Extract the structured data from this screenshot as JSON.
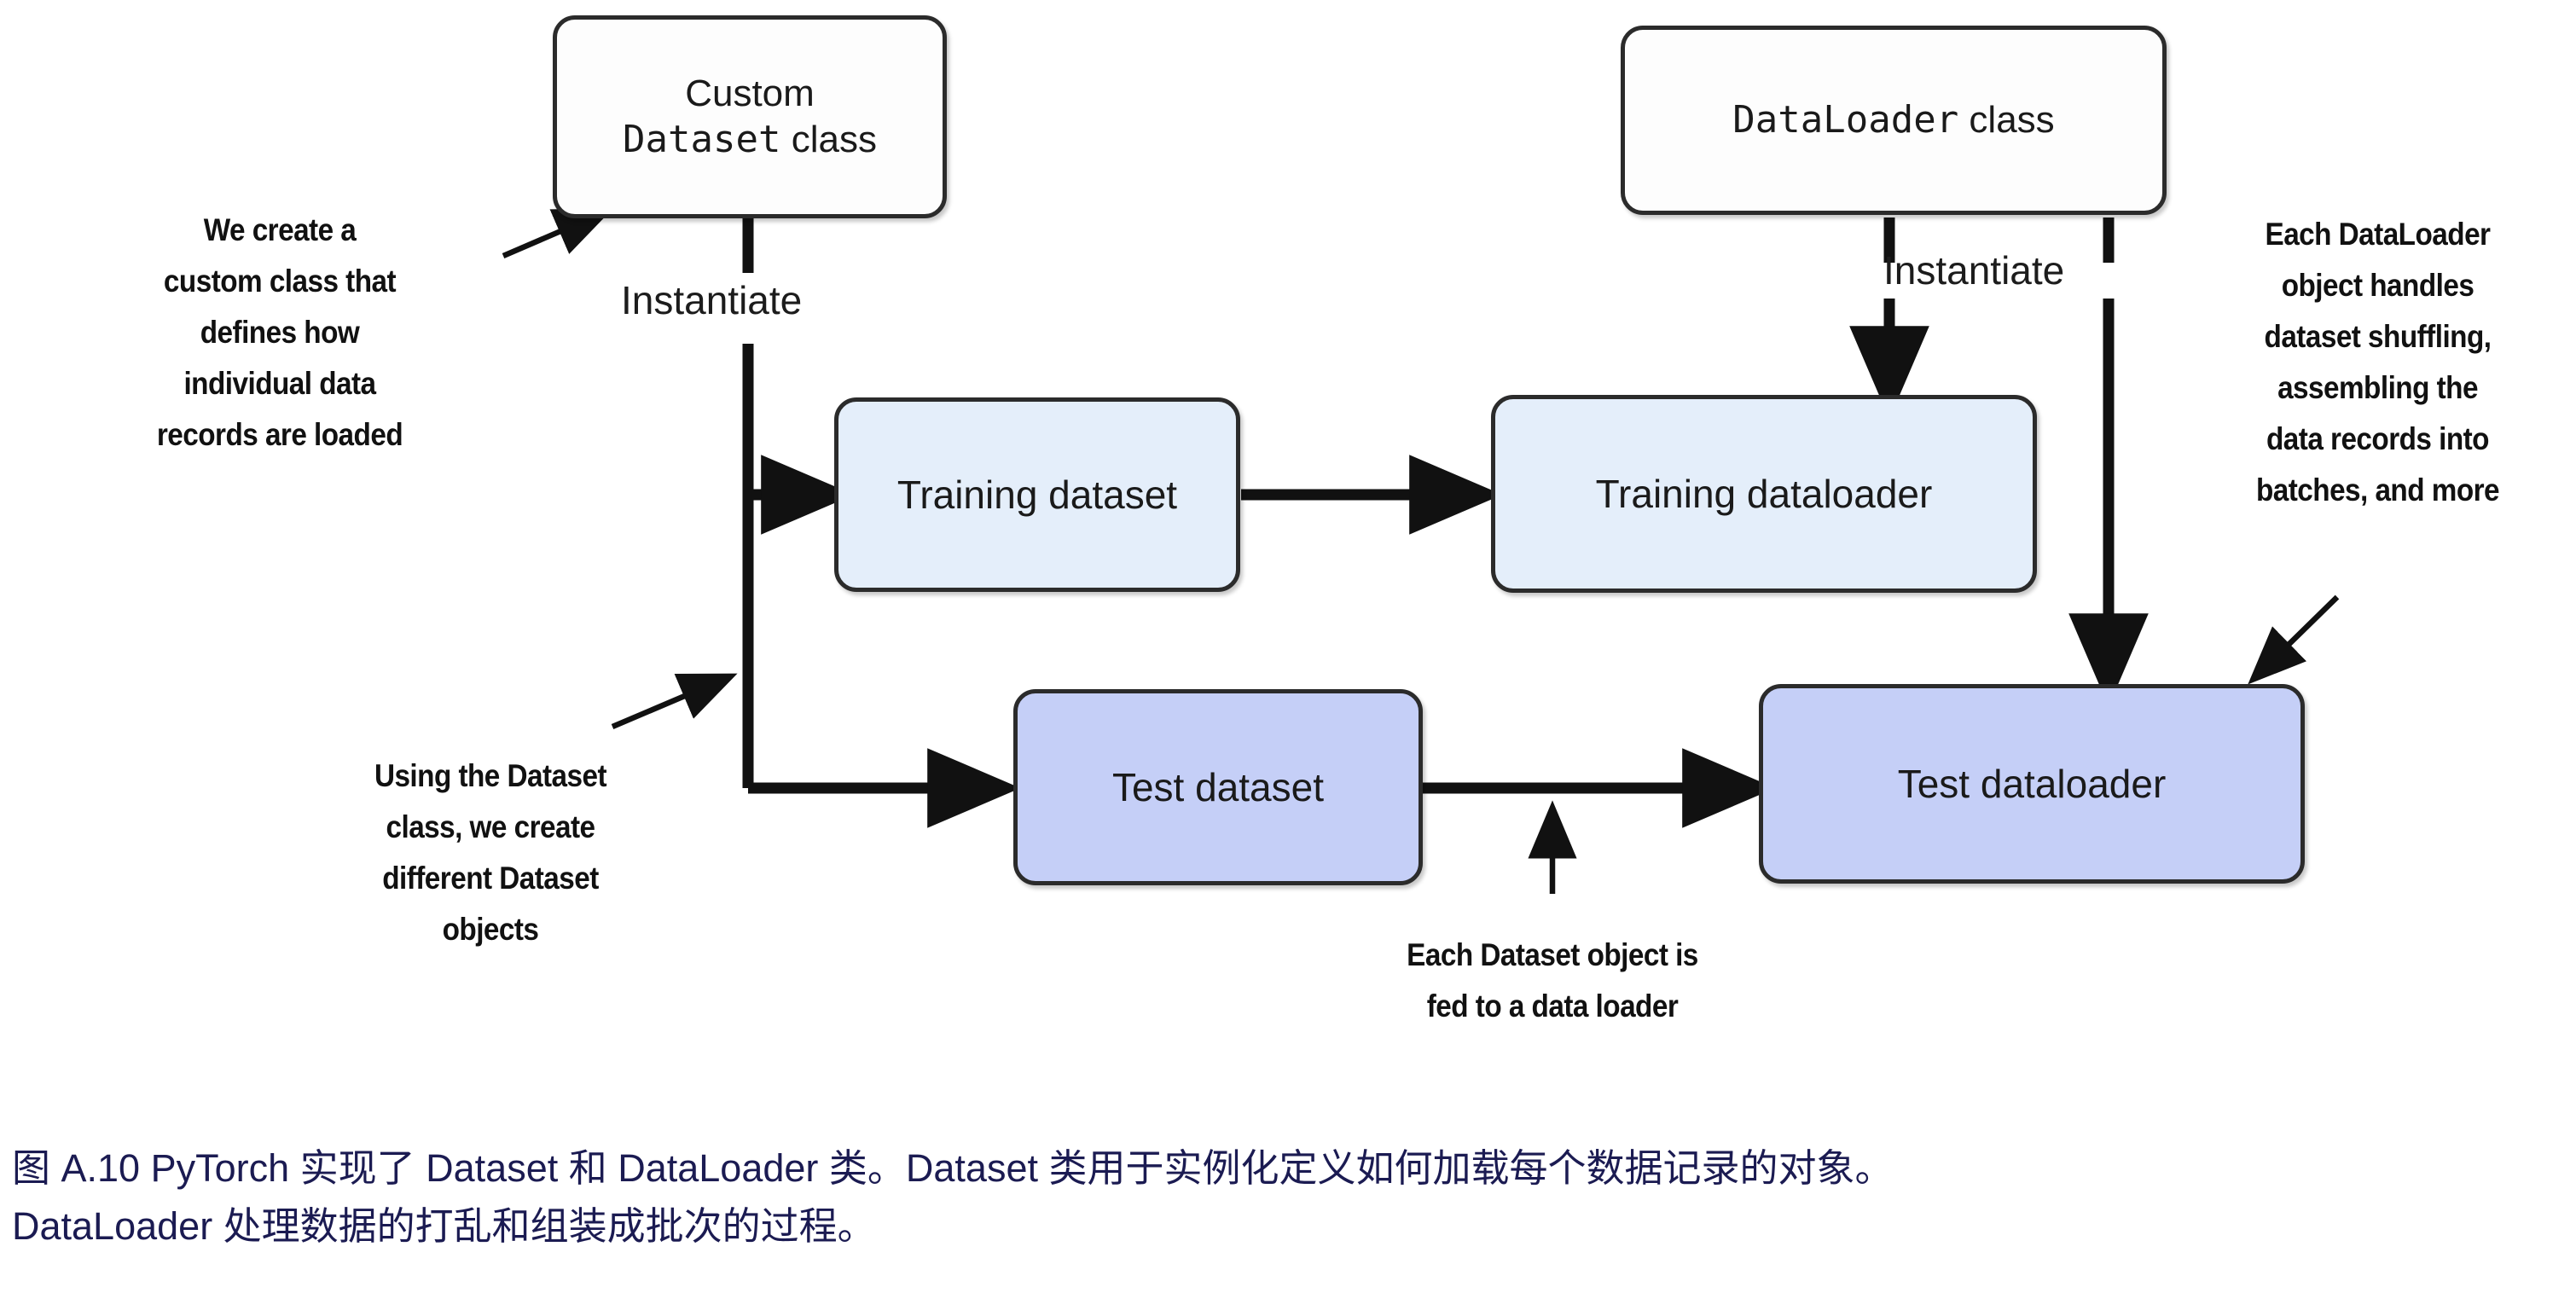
{
  "figure": {
    "id": "A.10",
    "nodes": {
      "custom_dataset_class": {
        "line1": "Custom",
        "line2": "Dataset class",
        "mono_part": "Dataset",
        "sans_part": " class",
        "fill": "#fdfdfd"
      },
      "dataloader_class": {
        "mono_part": "DataLoader",
        "sans_part": " class",
        "label": "DataLoader class",
        "fill": "#fdfdfd"
      },
      "training_dataset": {
        "label": "Training dataset",
        "fill": "#e4eefa"
      },
      "training_dataloader": {
        "label": "Training dataloader",
        "fill": "#e4eefa"
      },
      "test_dataset": {
        "label": "Test dataset",
        "fill": "#c5cff7"
      },
      "test_dataloader": {
        "label": "Test dataloader",
        "fill": "#c5cff7"
      }
    },
    "edge_labels": {
      "instantiate_left": "Instantiate",
      "instantiate_right": "Instantiate"
    },
    "annotations": {
      "create_custom_class": {
        "lines": [
          "We create a",
          "custom class that",
          "defines how",
          "individual data",
          "records are loaded"
        ]
      },
      "using_dataset_class": {
        "lines": [
          "Using the Dataset",
          "class, we create",
          "different Dataset",
          "objects"
        ]
      },
      "each_dataloader": {
        "lines": [
          "Each DataLoader",
          "object handles",
          "dataset shuffling,",
          "assembling the",
          "data records into",
          "batches, and more"
        ]
      },
      "each_dataset_fed": {
        "lines": [
          "Each Dataset object is",
          "fed to a data loader"
        ]
      }
    },
    "colors": {
      "stroke": "#1a1a1a",
      "box_border": "#2b2b2b",
      "light_fill": "#e4eefa",
      "medium_fill": "#c5cff7",
      "caption_text": "#1b1b52"
    }
  },
  "caption": {
    "line1": "图 A.10 PyTorch 实现了 Dataset 和 DataLoader 类。Dataset 类用于实例化定义如何加载每个数据记录的对象。",
    "line2": "DataLoader 处理数据的打乱和组装成批次的过程。"
  }
}
